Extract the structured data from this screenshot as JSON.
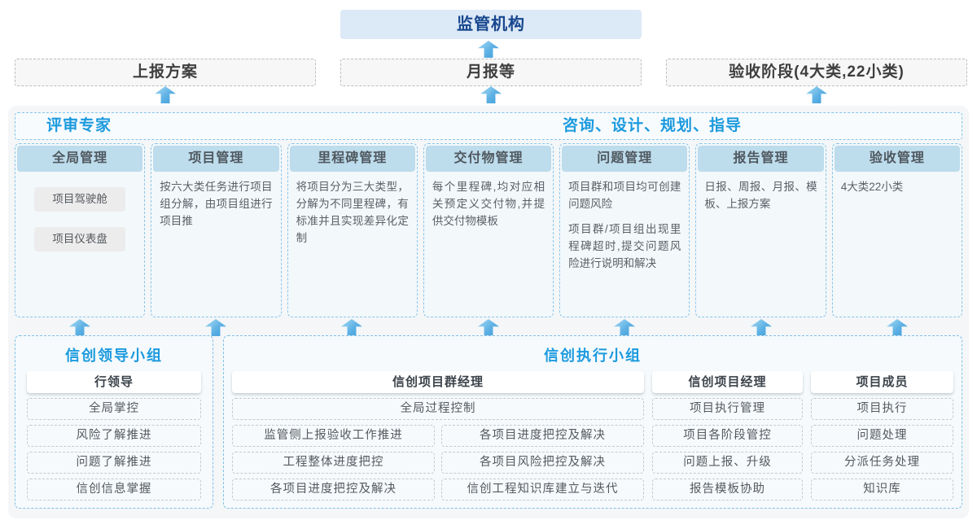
{
  "top": {
    "regulator": "监管机构",
    "channels": [
      "上报方案",
      "月报等",
      "验收阶段(4大类,22小类)"
    ]
  },
  "band": {
    "left_label": "评审专家",
    "right_label": "咨询、设计、规划、指导"
  },
  "columns": [
    {
      "title": "全局管理",
      "chips": [
        "项目驾驶舱",
        "项目仪表盘"
      ]
    },
    {
      "title": "项目管理",
      "paragraphs": [
        "按六大类任务进行项目组分解，由项目组进行项目推"
      ]
    },
    {
      "title": "里程碑管理",
      "paragraphs": [
        "将项目分为三大类型，分解为不同里程碑，有标准并且实现差异化定制"
      ]
    },
    {
      "title": "交付物管理",
      "paragraphs": [
        "每个里程碑,均对应相关预定义交付物,并提供交付物模板"
      ]
    },
    {
      "title": "问题管理",
      "paragraphs": [
        "项目群和项目均可创建问题风险",
        "项目群/项目组出现里程碑超时,提交问题风险进行说明和解决"
      ]
    },
    {
      "title": "报告管理",
      "paragraphs": [
        "日报、周报、月报、模板、上报方案"
      ]
    },
    {
      "title": "验收管理",
      "paragraphs": [
        "4大类22小类"
      ]
    }
  ],
  "bottom": {
    "leader_group": {
      "title": "信创领导小组",
      "role": "行领导",
      "items": [
        "全局掌控",
        "风险了解推进",
        "问题了解推进",
        "信创信息掌握"
      ]
    },
    "exec_group": {
      "title": "信创执行小组",
      "program_manager": {
        "role": "信创项目群经理",
        "full_item": "全局过程控制",
        "left_items": [
          "监管侧上报验收工作推进",
          "工程整体进度把控",
          "各项目进度把控及解决"
        ],
        "right_items": [
          "各项目进度把控及解决",
          "各项目风险把控及解决",
          "信创工程知识库建立与迭代"
        ]
      },
      "project_manager": {
        "role": "信创项目经理",
        "items": [
          "项目执行管理",
          "项目各阶段管控",
          "问题上报、升级",
          "报告模板协助"
        ]
      },
      "member": {
        "role": "项目成员",
        "items": [
          "项目执行",
          "问题处理",
          "分派任务处理",
          "知识库"
        ]
      }
    }
  },
  "colors": {
    "accent_blue": "#1b9ade",
    "navy_text": "#17478f",
    "regulator_bg": "#dce9f6",
    "column_header_bg": "#bddcec",
    "arrow_blue": "#3c9cd9",
    "container_bg": "#f4f6f8"
  }
}
